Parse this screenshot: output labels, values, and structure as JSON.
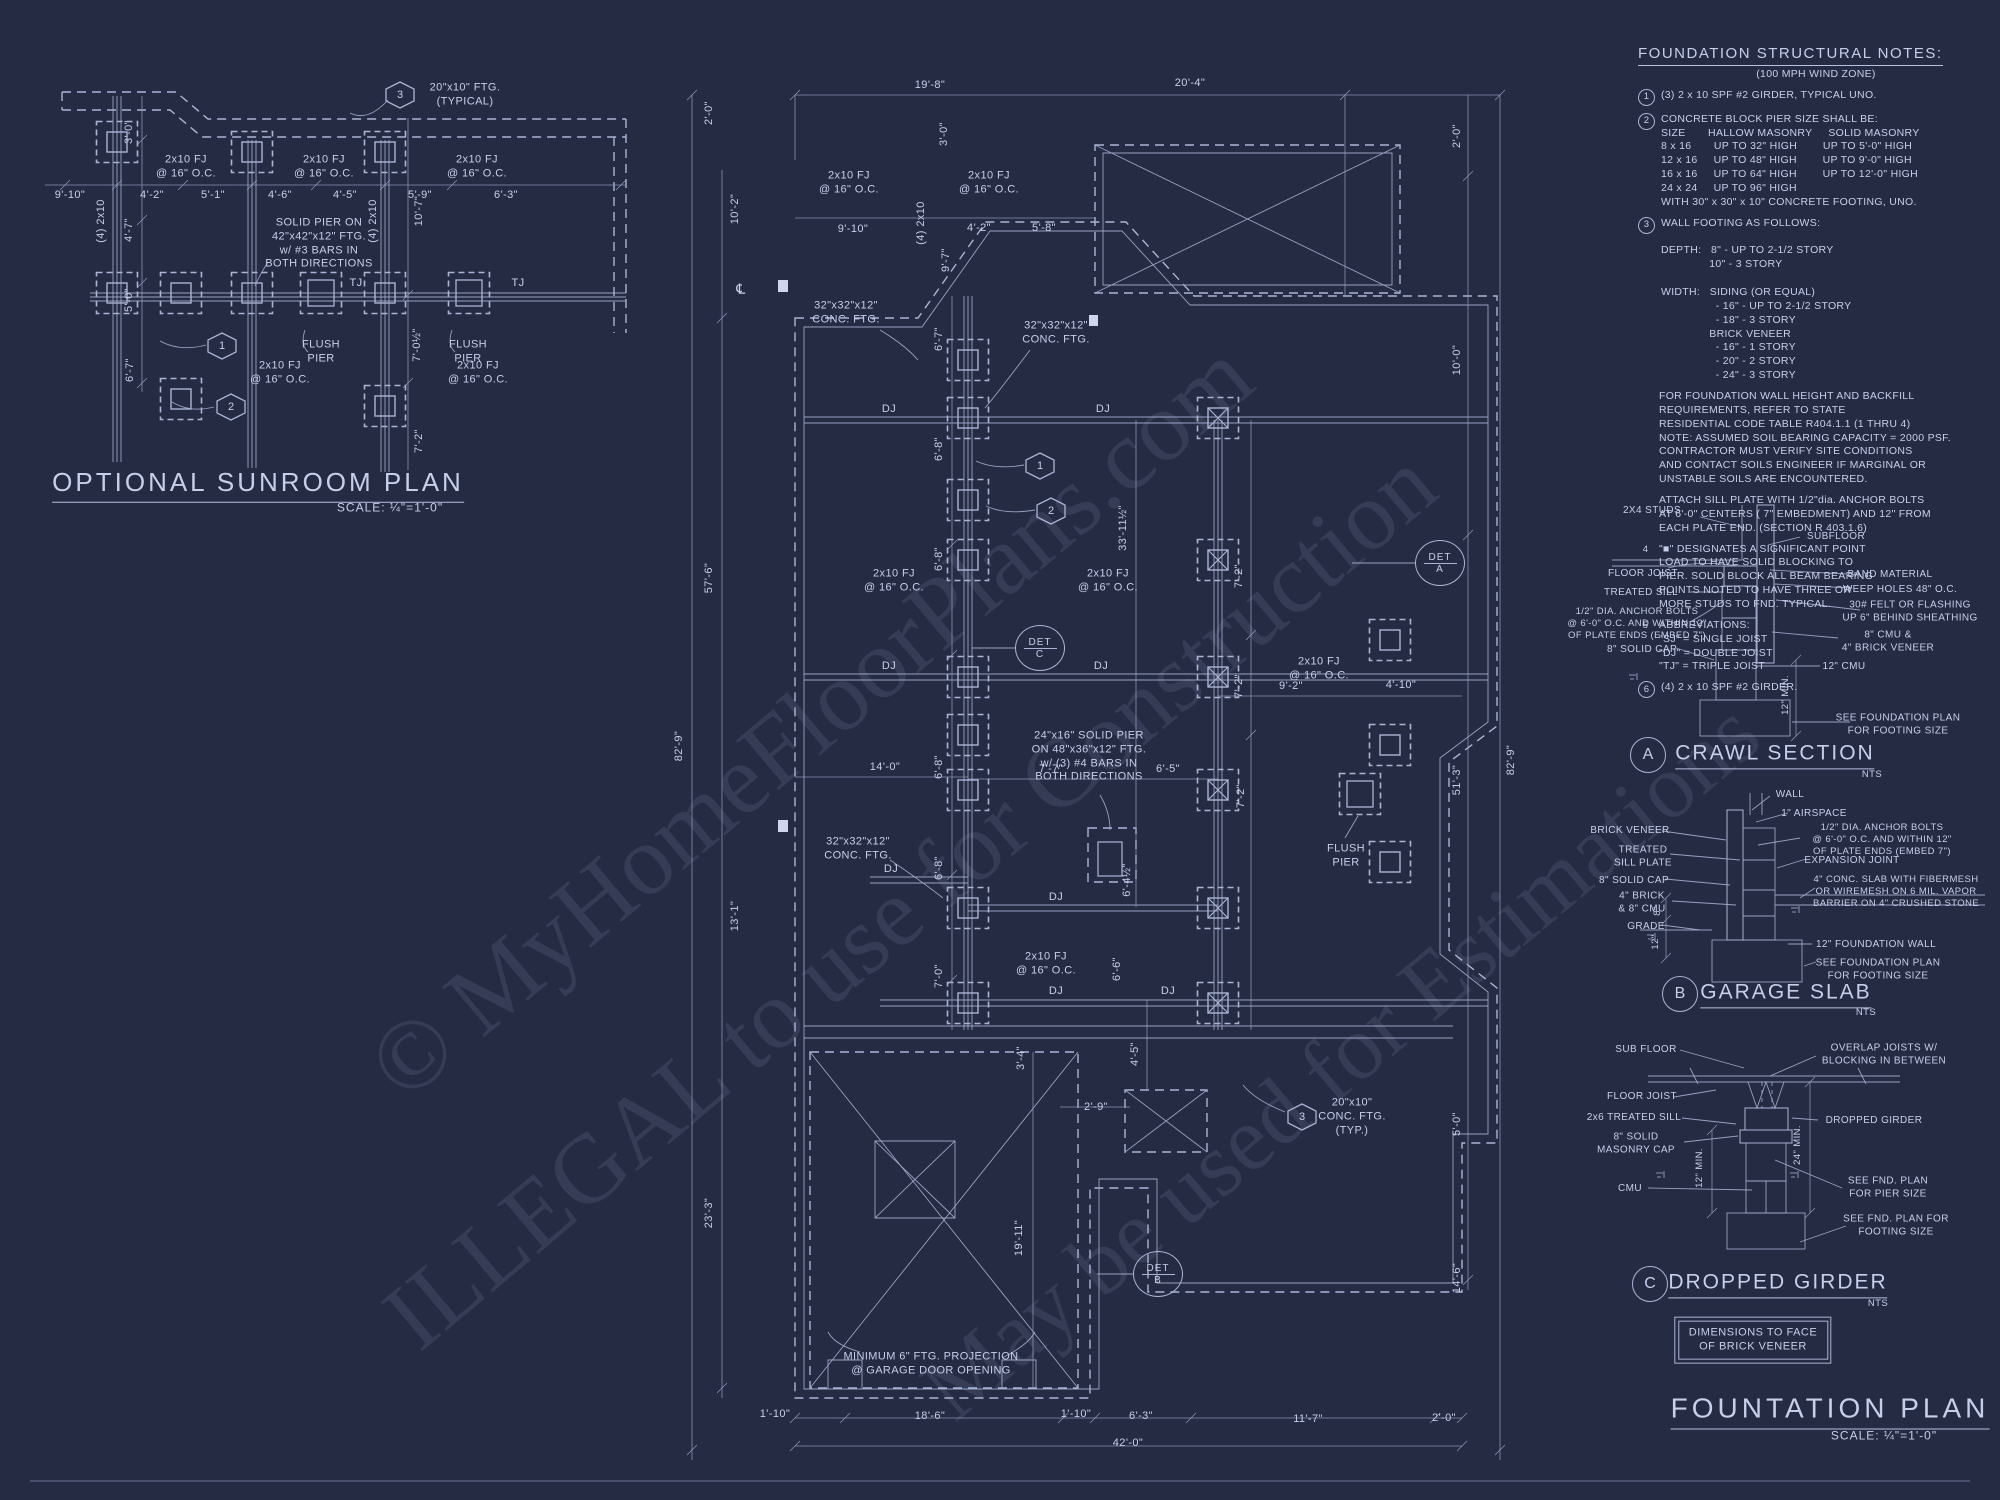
{
  "watermark": {
    "line1": "© MyHomeFloorPlans.com",
    "line2": "ILLEGAL to use for Construction",
    "line3": "May be used for Estimations"
  },
  "notes": {
    "title": "FOUNDATION STRUCTURAL NOTES:",
    "zone": "(100 MPH WIND ZONE)",
    "n1_num": "1",
    "n1": "(3) 2 x 10 SPF #2 GIRDER, TYPICAL UNO.",
    "n2_num": "2",
    "n2": "CONCRETE BLOCK PIER SIZE SHALL BE:\nSIZE       HALLOW MASONRY     SOLID MASONRY\n8 x 16       UP TO 32\" HIGH        UP TO 5'-0\" HIGH\n12 x 16     UP TO 48\" HIGH        UP TO 9'-0\" HIGH\n16 x 16     UP TO 64\" HIGH        UP TO 12'-0\" HIGH\n24 x 24     UP TO 96\" HIGH\nWITH 30\" x 30\" x 10\" CONCRETE FOOTING, UNO.",
    "n3_num": "3",
    "n3": "WALL FOOTING AS FOLLOWS:\n\nDEPTH:   8\" - UP TO 2-1/2 STORY\n               10\" - 3 STORY\n\nWIDTH:   SIDING (OR EQUAL)\n                 - 16\" - UP TO 2-1/2 STORY\n                 - 18\" - 3 STORY\n               BRICK VENEER\n                 - 16\" - 1 STORY\n                 - 20\" - 2 STORY\n                 - 24\" - 3 STORY",
    "p1": "FOR FOUNDATION WALL HEIGHT AND BACKFILL\nREQUIREMENTS, REFER TO STATE\nRESIDENTIAL CODE TABLE R404.1.1 (1 THRU 4)\nNOTE: ASSUMED SOIL BEARING CAPACITY = 2000 PSF.\nCONTRACTOR MUST VERIFY SITE CONDITIONS\nAND CONTACT SOILS ENGINEER IF MARGINAL OR\nUNSTABLE SOILS ARE ENCOUNTERED.",
    "p2": "ATTACH SILL PLATE WITH 1/2\"dia. ANCHOR BOLTS\nAT 6'-0\" CENTERS ( 7\" EMBEDMENT) AND 12\" FROM\nEACH PLATE END. (SECTION R 403.1.6)",
    "n4_num": "4",
    "n4": "\"■\" DESIGNATES A SIGNIFICANT POINT\nLOAD TO HAVE SOLID BLOCKING TO\nPIER. SOLID BLOCK ALL BEAM BEARING\nPOINTS NOTED TO HAVE THREE OR\nMORE STUDS TO FND. TYPICAL.",
    "n5_num": "5",
    "n5": "ABBREVIATIONS:\n\"SJ\" = SINGLE JOIST\n\"DJ\" = DOUBLE JOIST\n\"TJ\" = TRIPLE JOIST",
    "n6_num": "6",
    "n6": "(4) 2 x 10 SPF #2 GIRDER."
  },
  "sunroom": {
    "title": "OPTIONAL SUNROOM PLAN",
    "scale": "SCALE: ¼\"=1'-0\"",
    "hex1": "1",
    "hex2": "2",
    "hex3": "3",
    "callout3": "20\"x10\" FTG.\n(TYPICAL)",
    "pier_note": "SOLID PIER ON\n42\"x42\"x12\" FTG.\nw/ #3 BARS IN\nBOTH DIRECTIONS",
    "flush_pier": "FLUSH\nPIER",
    "tj": "TJ",
    "fj": "2x10 FJ\n@ 16\" O.C.",
    "dims": [
      "9'-10\"",
      "4'-2\"",
      "5'-1\"",
      "4'-6\"",
      "4'-5\"",
      "5'-9\"",
      "6'-3\"",
      "3'-0\"",
      "4'-7\"",
      "5'-0\"",
      "6'-7\"",
      "(4) 2x10",
      "(4) 2x10",
      "10'-7\"",
      "7'-0½\"",
      "7'-2\""
    ]
  },
  "plan": {
    "fj": "2x10 FJ\n@ 16\" O.C.",
    "dj": "DJ",
    "conc_ftg": "32\"x32\"x12\"\nCONC. FTG.",
    "solid_pier_note": "24\"x16\" SOLID PIER\nON 48\"x36\"x12\" FTG.\nw/ (3) #4 BARS IN\nBOTH DIRECTIONS",
    "flush_pier": "FLUSH\nPIER",
    "min_ftg_note": "MINIMUM 6\" FTG. PROJECTION\n@ GARAGE DOOR OPENING",
    "callout3": "20\"x10\"\nCONC. FTG.\n(TYP.)",
    "hex1": "1",
    "hex2": "2",
    "hex3": "3",
    "det_word": "DET",
    "det_a": "A",
    "det_b": "B",
    "det_c": "C",
    "centerline": "℄",
    "dims_h": [
      "19'-8\"",
      "20'-4\"",
      "9'-10\"",
      "4'-2\"",
      "5'-8\"",
      "9'-2\"",
      "4'-10\"",
      "7'-7\"",
      "6'-5\"",
      "14'-0\"",
      "2'-9\"",
      "1'-10\"",
      "18'-6\"",
      "1'-10\"",
      "6'-3\"",
      "11'-7\"",
      "2'-0\"",
      "42'-0\""
    ],
    "dims_v": [
      "2'-0\"",
      "10'-2\"",
      "57'-6\"",
      "82'-9\"",
      "13'-1\"",
      "23'-3\"",
      "2'-0\"",
      "10'-0\"",
      "51'-3\"",
      "82'-9\"",
      "5'-0\"",
      "14'-6\"",
      "3'-0\"",
      "(4) 2x10",
      "9'-7\"",
      "6'-7\"",
      "6'-8\"",
      "6'-8\"",
      "6'-8\"",
      "6'-8\"",
      "7'-0\"",
      "33'-11½\"",
      "7'-2\"",
      "7'-2\"",
      "7'-2\"",
      "6'-4½\"",
      "6'-6\"",
      "4'-5\"",
      "3'-4\"",
      "19'-11\""
    ]
  },
  "details": {
    "a": {
      "letter": "A",
      "title": "CRAWL SECTION",
      "nts": "NTS",
      "labels": [
        "2X4 STUDS",
        "SUBFLOOR",
        "FLOOR JOIST",
        "TREATED SILL",
        "BAND MATERIAL",
        "WEEP HOLES 48\" O.C.",
        "30# FELT OR FLASHING\nUP 6\" BEHIND SHEATHING",
        "1/2\" DIA. ANCHOR BOLTS\n@ 6'-0\" O.C. AND WITHIN 12\"\nOF PLATE ENDS (EMBED 7\")",
        "8\" SOLID CAP",
        "8\" CMU &\n4\" BRICK VENEER",
        "12\" CMU",
        "12\" MIN.",
        "SEE FOUNDATION PLAN\nFOR FOOTING SIZE"
      ]
    },
    "b": {
      "letter": "B",
      "title": "GARAGE SLAB",
      "nts": "NTS",
      "labels": [
        "BRICK VENEER",
        "WALL",
        "1\" AIRSPACE",
        "1/2\" DIA. ANCHOR BOLTS\n@ 6'-0\" O.C. AND WITHIN 12\"\nOF PLATE ENDS (EMBED 7\")",
        "TREATED\nSILL PLATE",
        "EXPANSION JOINT",
        "8\" SOLID CAP",
        "4\" CONC. SLAB WITH FIBERMESH\nOR WIREMESH ON 6 MIL. VAPOR\nBARRIER ON 4\" CRUSHED STONE",
        "4\" BRICK\n& 8\" CMU",
        "GRADE",
        "8\"",
        "12\"",
        "12\" FOUNDATION WALL",
        "SEE FOUNDATION PLAN\nFOR FOOTING SIZE"
      ]
    },
    "c": {
      "letter": "C",
      "title": "DROPPED GIRDER",
      "nts": "NTS",
      "labels": [
        "SUB FLOOR",
        "OVERLAP JOISTS W/\nBLOCKING IN BETWEEN",
        "FLOOR JOIST",
        "2x6 TREATED SILL",
        "DROPPED GIRDER",
        "8\" SOLID\nMASONRY CAP",
        "12\" MIN.",
        "24\" MIN.",
        "CMU",
        "SEE FND. PLAN\nFOR PIER SIZE",
        "SEE FND. PLAN FOR\nFOOTING SIZE"
      ]
    }
  },
  "footer": {
    "dim_note": "DIMENSIONS TO FACE\nOF BRICK VENEER",
    "title": "FOUNTATION PLAN",
    "scale": "SCALE: ¼\"=1'-0\""
  }
}
